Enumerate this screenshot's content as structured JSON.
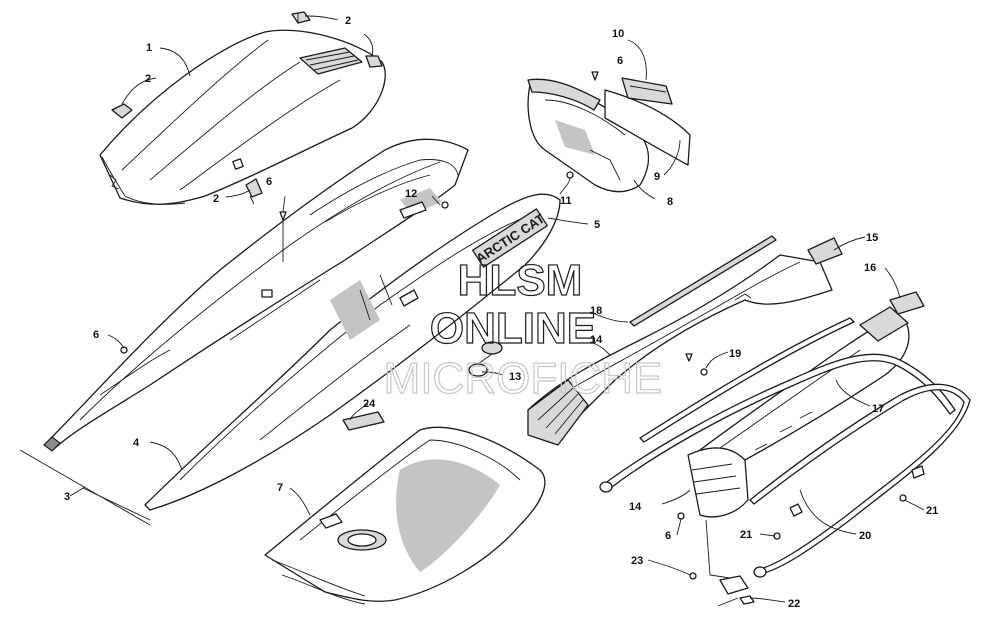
{
  "watermark": {
    "line1": "HLSM",
    "line2": "ONLINE",
    "line3": "MICROFICHE"
  },
  "decal_text": "ARCTIC CAT",
  "callouts": [
    {
      "id": "c1",
      "label": "1"
    },
    {
      "id": "c2a",
      "label": "2"
    },
    {
      "id": "c2b",
      "label": "2"
    },
    {
      "id": "c2c",
      "label": "2"
    },
    {
      "id": "c3",
      "label": "3"
    },
    {
      "id": "c4",
      "label": "4"
    },
    {
      "id": "c5",
      "label": "5"
    },
    {
      "id": "c6a",
      "label": "6"
    },
    {
      "id": "c6b",
      "label": "6"
    },
    {
      "id": "c6c",
      "label": "6"
    },
    {
      "id": "c6d",
      "label": "6"
    },
    {
      "id": "c7",
      "label": "7"
    },
    {
      "id": "c8",
      "label": "8"
    },
    {
      "id": "c9",
      "label": "9"
    },
    {
      "id": "c10",
      "label": "10"
    },
    {
      "id": "c11",
      "label": "11"
    },
    {
      "id": "c12",
      "label": "12"
    },
    {
      "id": "c13",
      "label": "13"
    },
    {
      "id": "c14a",
      "label": "14"
    },
    {
      "id": "c14b",
      "label": "14"
    },
    {
      "id": "c15",
      "label": "15"
    },
    {
      "id": "c16",
      "label": "16"
    },
    {
      "id": "c17",
      "label": "17"
    },
    {
      "id": "c18",
      "label": "18"
    },
    {
      "id": "c19",
      "label": "19"
    },
    {
      "id": "c20",
      "label": "20"
    },
    {
      "id": "c21a",
      "label": "21"
    },
    {
      "id": "c21b",
      "label": "21"
    },
    {
      "id": "c22",
      "label": "22"
    },
    {
      "id": "c23",
      "label": "23"
    },
    {
      "id": "c24",
      "label": "24"
    }
  ]
}
